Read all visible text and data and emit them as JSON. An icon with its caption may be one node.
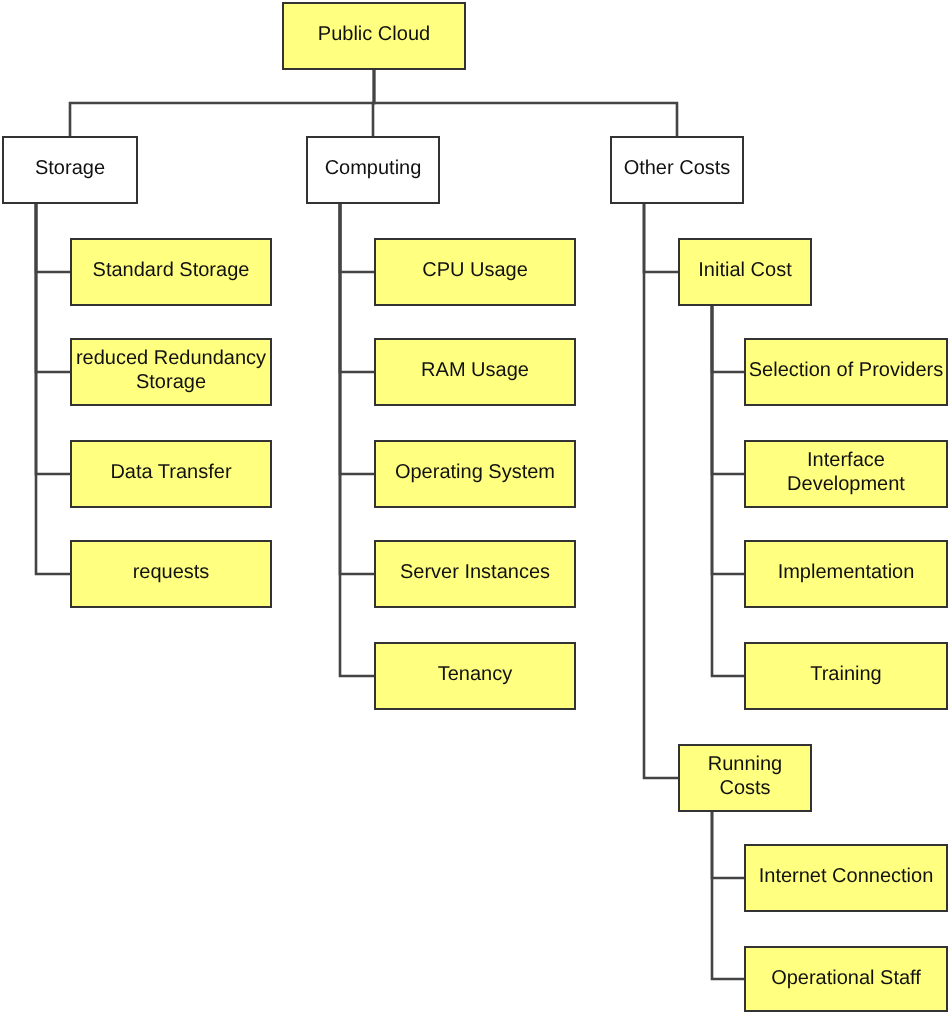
{
  "diagram": {
    "nodes": [
      {
        "text": [
          "Public Cloud"
        ]
      },
      {
        "text": [
          "Storage"
        ]
      },
      {
        "text": [
          "Computing"
        ]
      },
      {
        "text": [
          "Other Costs"
        ]
      },
      {
        "text": [
          "Standard Storage"
        ]
      },
      {
        "text": [
          "reduced Redundancy Storage"
        ]
      },
      {
        "text": [
          "Data Transfer"
        ]
      },
      {
        "text": [
          "requests"
        ]
      },
      {
        "text": [
          "CPU Usage"
        ]
      },
      {
        "text": [
          "RAM Usage"
        ]
      },
      {
        "text": [
          "Operating System"
        ]
      },
      {
        "text": [
          "Server Instances"
        ]
      },
      {
        "text": [
          "Tenancy"
        ]
      },
      {
        "text": [
          "Initial Cost"
        ]
      },
      {
        "text": [
          "Selection of Providers"
        ]
      },
      {
        "text": [
          "Interface Development"
        ]
      },
      {
        "text": [
          "Implementation"
        ]
      },
      {
        "text": [
          "Training"
        ]
      },
      {
        "text": [
          "Running Costs"
        ]
      },
      {
        "text": [
          "Internet Connection"
        ]
      },
      {
        "text": [
          "Operational Staff"
        ]
      }
    ],
    "edges": [
      {
        "from": 0,
        "to": 1,
        "arrow": "none"
      },
      {
        "from": 0,
        "to": 2,
        "arrow": "none"
      },
      {
        "from": 0,
        "to": 3,
        "arrow": "none"
      },
      {
        "from": 1,
        "to": 4,
        "arrow": "none"
      },
      {
        "from": 1,
        "to": 5,
        "arrow": "none"
      },
      {
        "from": 1,
        "to": 6,
        "arrow": "none"
      },
      {
        "from": 1,
        "to": 7,
        "arrow": "none"
      },
      {
        "from": 2,
        "to": 8,
        "arrow": "none"
      },
      {
        "from": 2,
        "to": 9,
        "arrow": "none"
      },
      {
        "from": 2,
        "to": 10,
        "arrow": "none"
      },
      {
        "from": 2,
        "to": 11,
        "arrow": "none"
      },
      {
        "from": 2,
        "to": 12,
        "arrow": "none"
      },
      {
        "from": 3,
        "to": 13,
        "arrow": "none"
      },
      {
        "from": 3,
        "to": 18,
        "arrow": "none"
      },
      {
        "from": 13,
        "to": 14,
        "arrow": "none"
      },
      {
        "from": 13,
        "to": 15,
        "arrow": "none"
      },
      {
        "from": 13,
        "to": 16,
        "arrow": "none"
      },
      {
        "from": 13,
        "to": 17,
        "arrow": "none"
      },
      {
        "from": 18,
        "to": 19,
        "arrow": "none"
      },
      {
        "from": 18,
        "to": 20,
        "arrow": "none"
      }
    ]
  }
}
